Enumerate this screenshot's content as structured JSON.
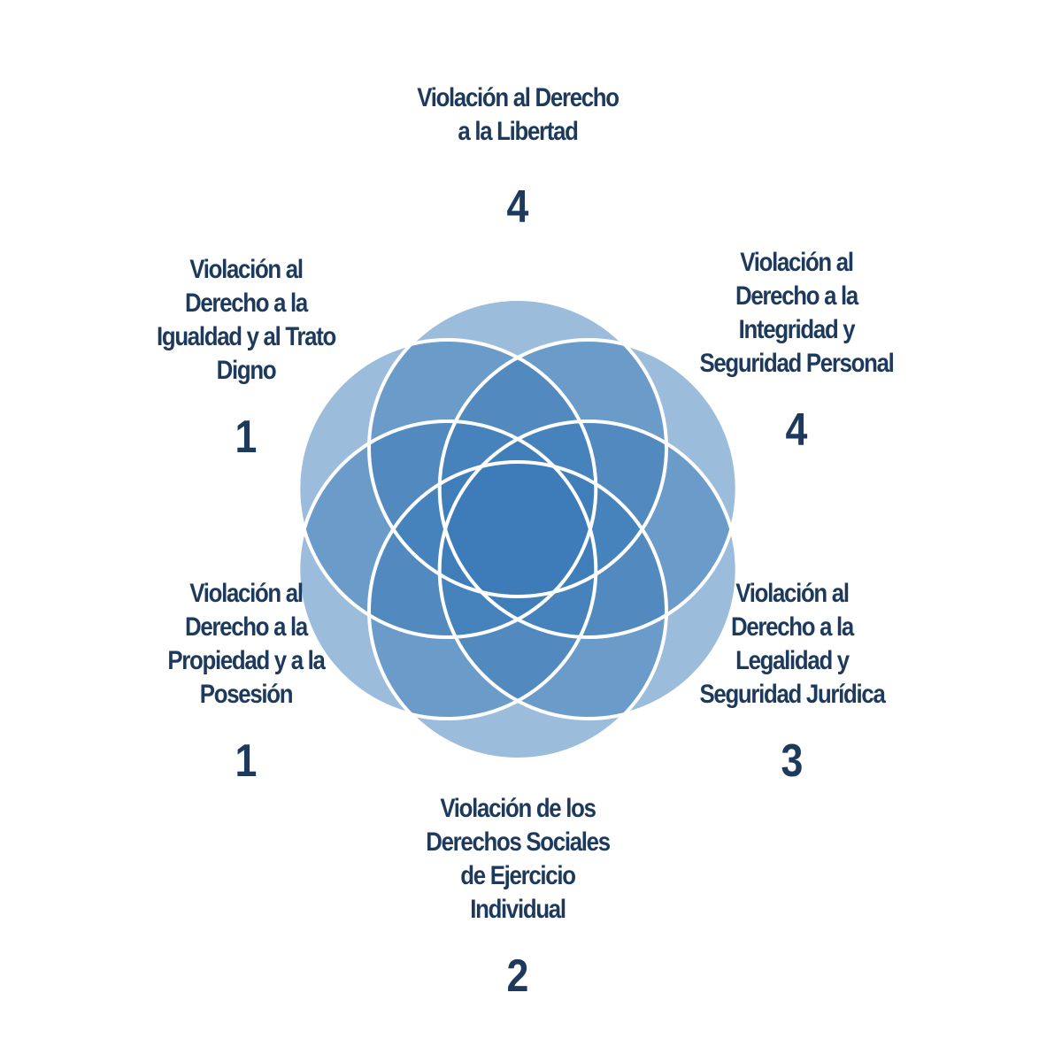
{
  "categories": [
    {
      "id": "libertad",
      "lines": [
        "Violación al Derecho",
        "a la Libertad"
      ],
      "count": "4"
    },
    {
      "id": "integridad",
      "lines": [
        "Violación al",
        "Derecho a la",
        "Integridad y",
        "Seguridad Personal"
      ],
      "count": "4"
    },
    {
      "id": "legalidad",
      "lines": [
        "Violación al",
        "Derecho a la",
        "Legalidad y",
        "Seguridad Jurídica"
      ],
      "count": "3"
    },
    {
      "id": "sociales",
      "lines": [
        "Violación de los",
        "Derechos Sociales",
        "de Ejercicio",
        "Individual"
      ],
      "count": "2"
    },
    {
      "id": "propiedad",
      "lines": [
        "Violación al",
        "Derecho a la",
        "Propiedad y a la",
        "Posesión"
      ],
      "count": "1"
    },
    {
      "id": "igualdad",
      "lines": [
        "Violación al",
        "Derecho a la",
        "Igualdad y al Trato",
        "Digno"
      ],
      "count": "1"
    }
  ],
  "colors": {
    "petal_fill": "#3a7ab8",
    "petal_outline": "#ffffff",
    "text": "#1d3a5c"
  },
  "icons": [
    "rosette-flower-graphic"
  ]
}
